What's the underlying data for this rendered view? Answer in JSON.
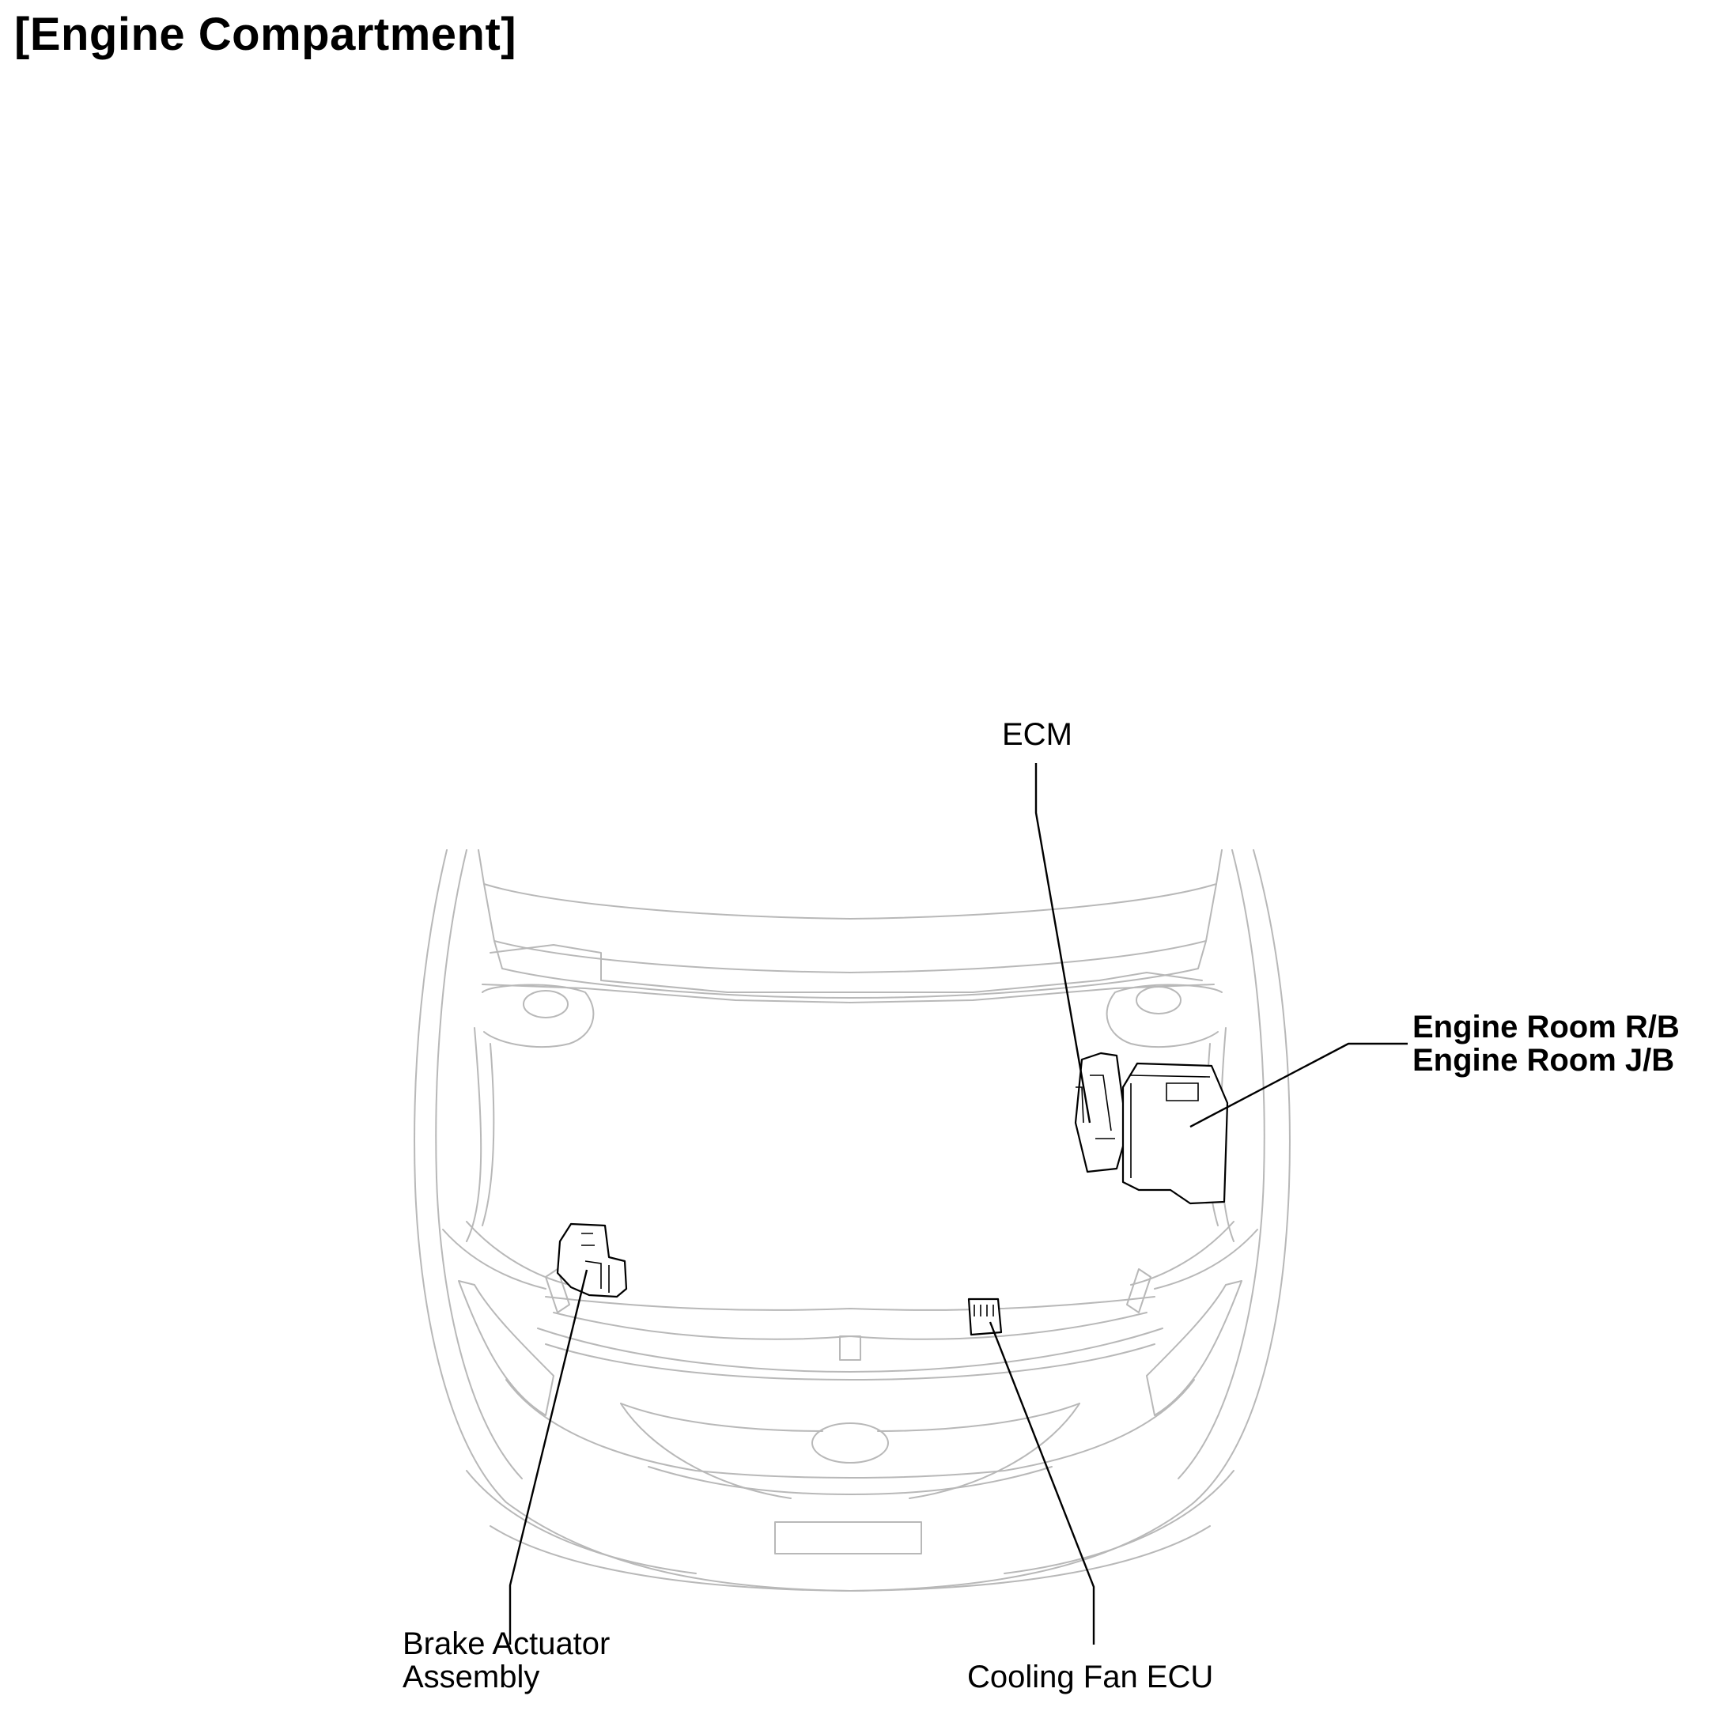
{
  "title": "[Engine Compartment]",
  "labels": {
    "ecm": "ECM",
    "engine_room_rb": "Engine Room R/B",
    "engine_room_jb": "Engine Room J/B",
    "brake_actuator_line1": "Brake Actuator",
    "brake_actuator_line2": "Assembly",
    "cooling_fan_ecu": "Cooling Fan ECU"
  }
}
